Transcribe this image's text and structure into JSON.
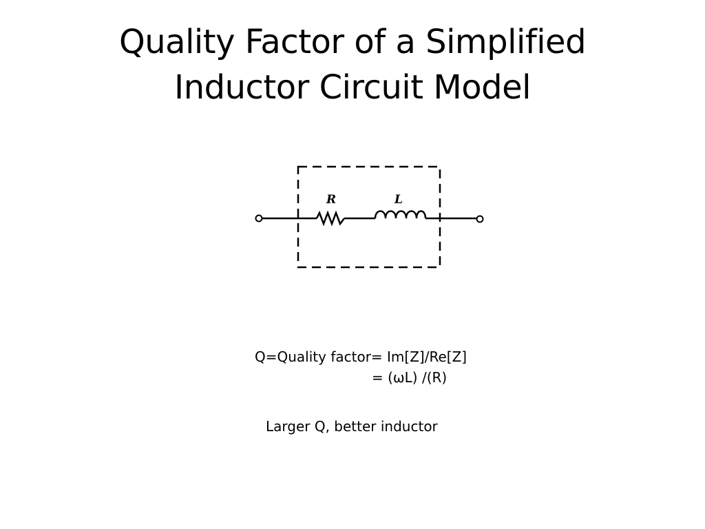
{
  "slide": {
    "title_line1": "Quality Factor of a Simplified",
    "title_line2": "Inductor Circuit Model",
    "diagram": {
      "resistor_label": "R",
      "inductor_label": "L"
    },
    "formula_line1": "Q=Quality factor= Im[Z]/Re[Z]",
    "formula_line2": "= (ωL) /(R)",
    "conclusion": "Larger Q, better inductor"
  }
}
